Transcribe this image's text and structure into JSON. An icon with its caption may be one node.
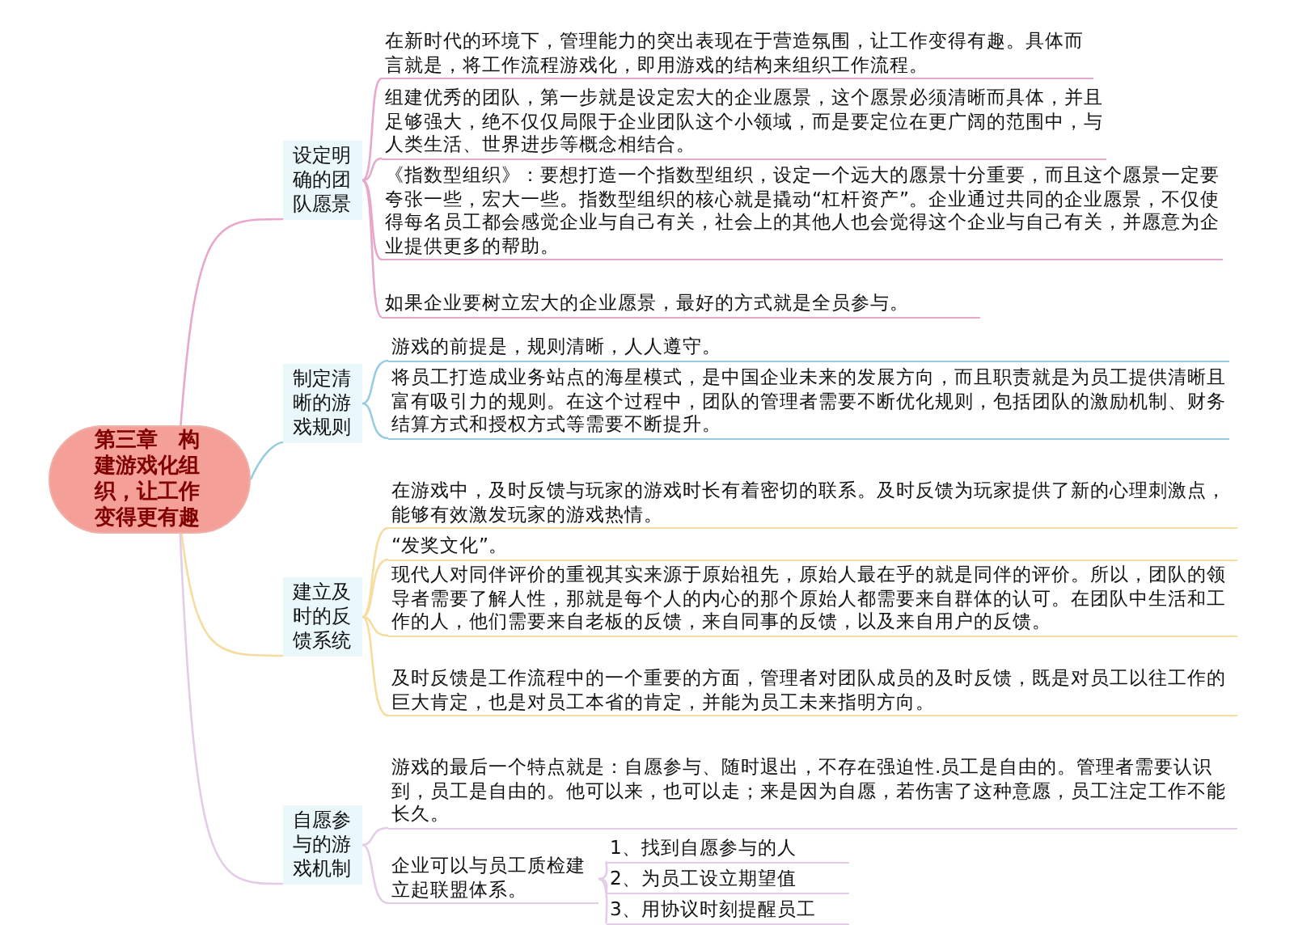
{
  "diagram": {
    "nodes": [
      {
        "text": [
          "第三章　构建游戏化组织，让工作变得更有趣"
        ]
      },
      {
        "text": [
          "设定明确的团队愿景"
        ]
      },
      {
        "text": [
          "在新时代的环境下，管理能力的突出表现在于营造氛围，让工作变得有趣。具体而言就是，将工作流程游戏化，即用游戏的结构来组织工作流程。"
        ]
      },
      {
        "text": [
          "组建优秀的团队，第一步就是设定宏大的企业愿景，这个愿景必须清晰而具体，并且足够强大，绝不仅仅局限于企业团队这个小领域，而是要定位在更广阔的范围中，与人类生活、世界进步等概念相结合。"
        ]
      },
      {
        "text": [
          "《指数型组织》：要想打造一个指数型组织，设定一个远大的愿景十分重要，而且这个愿景一定要夸张一些，宏大一些。指数型组织的核心就是撬动“杠杆资产”。企业通过共同的企业愿景，不仅使得每名员工都会感觉企业与自己有关，社会上的其他人也会觉得这个企业与自己有关，并愿意为企业提供更多的帮助。"
        ]
      },
      {
        "text": [
          "如果企业要树立宏大的企业愿景，最好的方式就是全员参与。"
        ]
      },
      {
        "text": [
          "制定清晰的游戏规则"
        ]
      },
      {
        "text": [
          "游戏的前提是，规则清晰，人人遵守。"
        ]
      },
      {
        "text": [
          "将员工打造成业务站点的海星模式，是中国企业未来的发展方向，而且职责就是为员工提供清晰且富有吸引力的规则。在这个过程中，团队的管理者需要不断优化规则，包括团队的激励机制、财务结算方式和授权方式等需要不断提升。"
        ]
      },
      {
        "text": [
          "建立及时的反馈系统"
        ]
      },
      {
        "text": [
          "在游戏中，及时反馈与玩家的游戏时长有着密切的联系。及时反馈为玩家提供了新的心理刺激点，能够有效激发玩家的游戏热情。"
        ]
      },
      {
        "text": [
          "“发奖文化”。"
        ]
      },
      {
        "text": [
          "现代人对同伴评价的重视其实来源于原始祖先，原始人最在乎的就是同伴的评价。所以，团队的领导者需要了解人性，那就是每个人的内心的那个原始人都需要来自群体的认可。在团队中生活和工作的人，他们需要来自老板的反馈，来自同事的反馈，以及来自用户的反馈。"
        ]
      },
      {
        "text": [
          "及时反馈是工作流程中的一个重要的方面，管理者对团队成员的及时反馈，既是对员工以往工作的巨大肯定，也是对员工本省的肯定，并能为员工未来指明方向。"
        ]
      },
      {
        "text": [
          "自愿参与的游戏机制"
        ]
      },
      {
        "text": [
          "游戏的最后一个特点就是：自愿参与、随时退出，不存在强迫性.员工是自由的。管理者需要认识到，员工是自由的。他可以来，也可以走；来是因为自愿，若伤害了这种意愿，员工注定工作不能长久。"
        ]
      },
      {
        "text": [
          "企业可以与员工质检建立起联盟体系。"
        ]
      },
      {
        "text": [
          "1、找到自愿参与的人"
        ]
      },
      {
        "text": [
          "2、为员工设立期望值"
        ]
      },
      {
        "text": [
          "3、用协议时刻提醒员工"
        ]
      }
    ],
    "edges": [
      {
        "from": 0,
        "to": 1,
        "arrow": "none",
        "color": "#e8a8cc"
      },
      {
        "from": 0,
        "to": 6,
        "arrow": "none",
        "color": "#98cce0"
      },
      {
        "from": 0,
        "to": 9,
        "arrow": "none",
        "color": "#f6dca0"
      },
      {
        "from": 0,
        "to": 14,
        "arrow": "none",
        "color": "#e4cce8"
      },
      {
        "from": 1,
        "to": 2,
        "arrow": "none",
        "color": "#e8a8cc"
      },
      {
        "from": 1,
        "to": 3,
        "arrow": "none",
        "color": "#e8a8cc"
      },
      {
        "from": 1,
        "to": 4,
        "arrow": "none",
        "color": "#e8a8cc"
      },
      {
        "from": 1,
        "to": 5,
        "arrow": "none",
        "color": "#e8a8cc"
      },
      {
        "from": 6,
        "to": 7,
        "arrow": "none",
        "color": "#98cce0"
      },
      {
        "from": 6,
        "to": 8,
        "arrow": "none",
        "color": "#98cce0"
      },
      {
        "from": 9,
        "to": 10,
        "arrow": "none",
        "color": "#f6dca0"
      },
      {
        "from": 9,
        "to": 11,
        "arrow": "none",
        "color": "#f6dca0"
      },
      {
        "from": 9,
        "to": 12,
        "arrow": "none",
        "color": "#f6dca0"
      },
      {
        "from": 9,
        "to": 13,
        "arrow": "none",
        "color": "#f6dca0"
      },
      {
        "from": 14,
        "to": 15,
        "arrow": "none",
        "color": "#e4cce8"
      },
      {
        "from": 14,
        "to": 16,
        "arrow": "none",
        "color": "#e4cce8"
      },
      {
        "from": 16,
        "to": 17,
        "arrow": "none",
        "color": "#e4cce8"
      },
      {
        "from": 16,
        "to": 18,
        "arrow": "none",
        "color": "#e4cce8"
      },
      {
        "from": 16,
        "to": 19,
        "arrow": "none",
        "color": "#e4cce8"
      }
    ]
  }
}
